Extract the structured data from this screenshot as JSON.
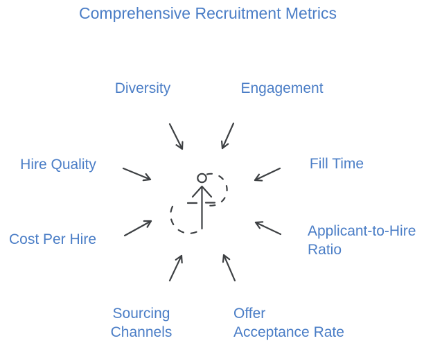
{
  "title": "Comprehensive Recruitment Metrics",
  "colors": {
    "accent_blue": "#4a7dc6",
    "arrow_gray": "#3d4043",
    "background": "#ffffff"
  },
  "center_icon": "upward-arrow-dashed-circles-icon",
  "metrics": [
    {
      "id": "diversity",
      "label": "Diversity"
    },
    {
      "id": "engagement",
      "label": "Engagement"
    },
    {
      "id": "hire-quality",
      "label": "Hire Quality"
    },
    {
      "id": "fill-time",
      "label": "Fill Time"
    },
    {
      "id": "cost-per-hire",
      "label": "Cost Per Hire"
    },
    {
      "id": "applicant-to-hire-ratio",
      "label": "Applicant-to-Hire\nRatio"
    },
    {
      "id": "sourcing-channels",
      "label": "Sourcing\nChannels"
    },
    {
      "id": "offer-acceptance-rate",
      "label": "Offer\nAcceptance Rate"
    }
  ]
}
